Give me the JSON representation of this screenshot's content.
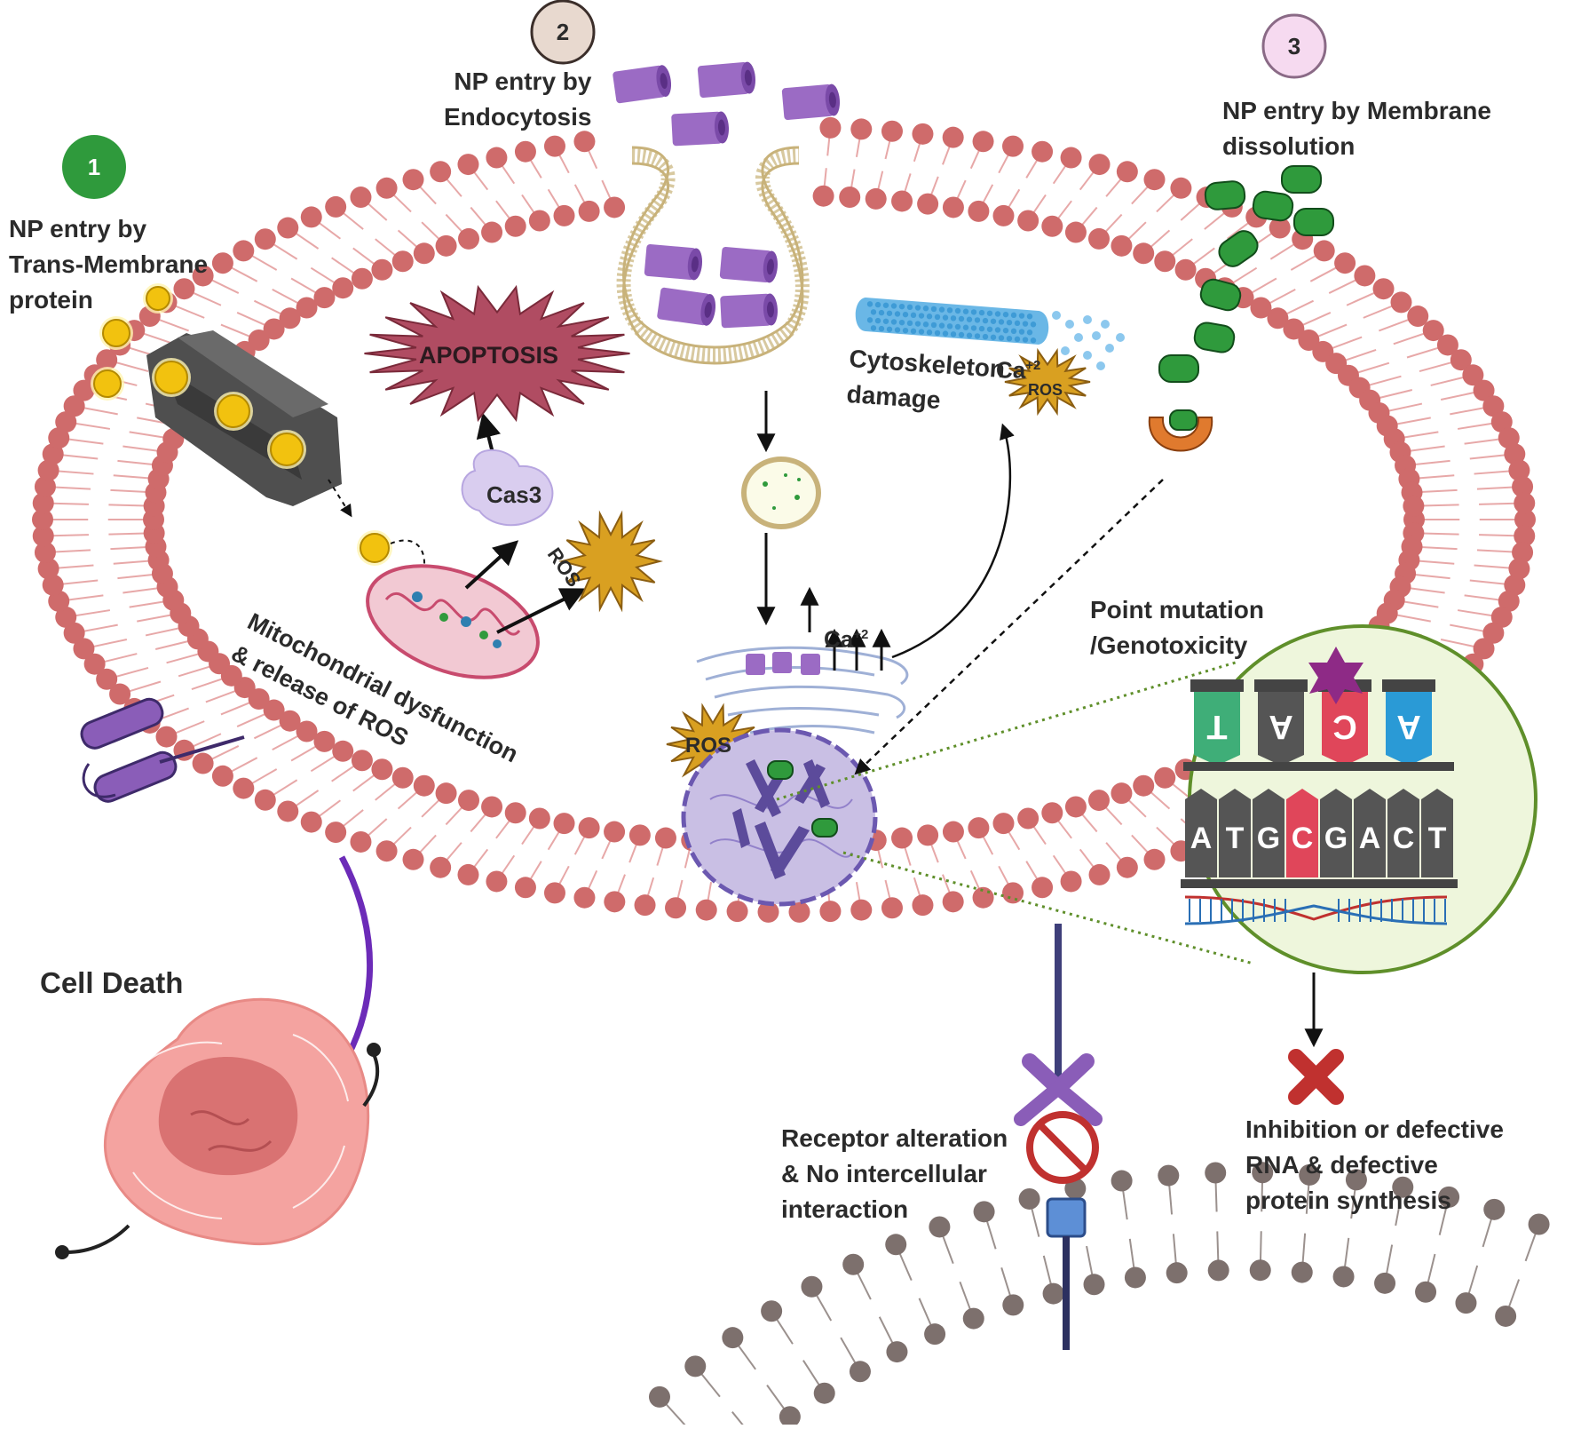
{
  "colors": {
    "membrane_head": "#cf6b6b",
    "membrane_tail": "#e7a8a8",
    "neighbor_head": "#7d706d",
    "neighbor_tail": "#9b918e",
    "nanoparticle_tube": "#9b6bc4",
    "nanoparticle_green": "#2f9a3c",
    "nanoparticle_gold": "#f2c20f",
    "apoptosis_fill": "#b04c62",
    "ros_fill": "#d9a021",
    "cas3_fill": "#d9cdef",
    "nucleus_fill": "#b9addb",
    "dna_callout_fill": "#eef6dc",
    "dna_callout_border": "#5f8f2a",
    "inhibit_red": "#c0312f",
    "arrow_purple": "#6c2bb8"
  },
  "routes": [
    {
      "number": "1",
      "badge_color": "#2f9a3c",
      "text_color": "#ffffff",
      "label": "NP entry by\nTrans-Membrane\nprotein"
    },
    {
      "number": "2",
      "badge_color": "#e8d9cf",
      "text_color": "#2b2b2b",
      "label": "NP entry by\nEndocytosis"
    },
    {
      "number": "3",
      "badge_color": "#f6daf0",
      "text_color": "#2b2b2b",
      "label": "NP entry by Membrane\ndissolution"
    }
  ],
  "labels": {
    "apoptosis": "APOPTOSIS",
    "cas3": "Cas3",
    "ros": "ROS",
    "mito": "Mitochondrial dysfunction\n& release of ROS",
    "ca": "Ca",
    "ca_sup": "+2",
    "cytoskeleton": "Cytoskeleton\ndamage",
    "point_mutation": "Point mutation\n/Genotoxicity",
    "cell_death": "Cell Death",
    "receptor": "Receptor alteration\n& No intercellular\ninteraction",
    "inhibition": "Inhibition or defective\nRNA & defective\nprotein synthesis"
  },
  "dna": {
    "top_letters": [
      "T",
      "A",
      "C",
      "A"
    ],
    "top_colors": [
      "#3fae78",
      "#555555",
      "#e0465a",
      "#2a9ad6"
    ],
    "strand_letters": [
      "A",
      "T",
      "G",
      "C",
      "G",
      "A",
      "C",
      "T"
    ],
    "strand_colors": [
      "#555555",
      "#555555",
      "#555555",
      "#e0465a",
      "#555555",
      "#555555",
      "#555555",
      "#555555"
    ]
  }
}
